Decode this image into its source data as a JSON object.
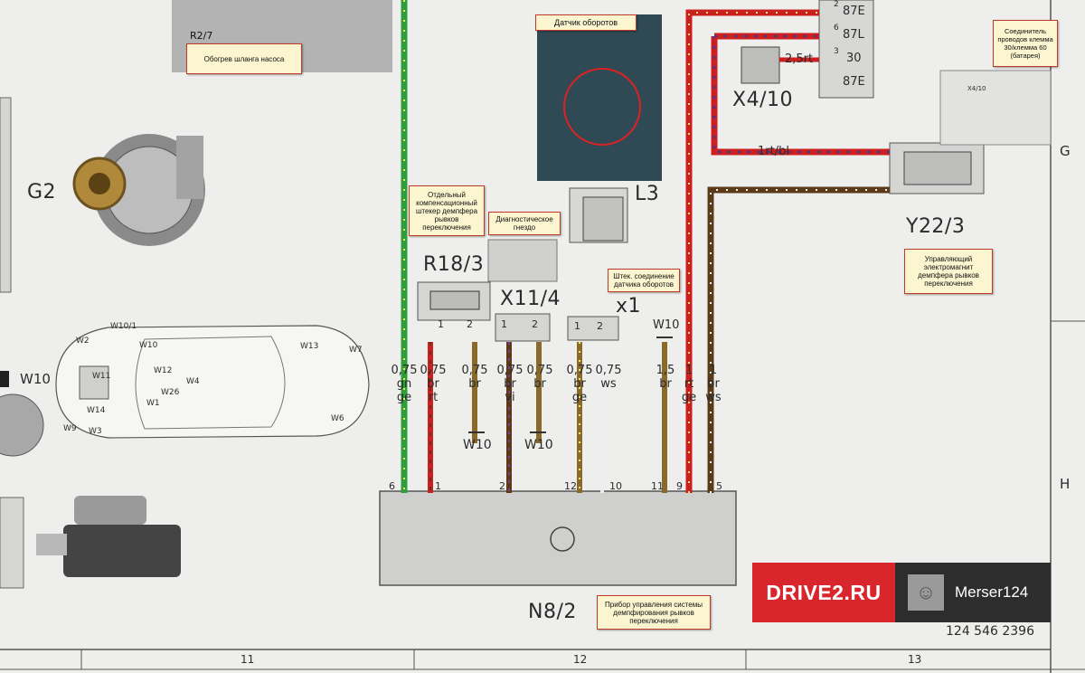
{
  "sections": {
    "g2": "G2",
    "r18_3": "R18/3",
    "x11_4": "X11/4",
    "x1": "x1",
    "l3": "L3",
    "x4_10": "X4/10",
    "y22_3": "Y22/3",
    "n8_2": "N8/2",
    "w10_left": "W10",
    "h_marker": "H",
    "g_marker": "G"
  },
  "notes": {
    "pump_hose": "Обогрев шланга насоса",
    "r2_7": "R2/7",
    "rpm_sensor": "Датчик оборотов",
    "connector_x4_10": "Соединитель проводов клемма 30/клемма 60 (батарея)",
    "x4_10_small": "X4/10",
    "separate_plug": "Отдельный компенсационный штекер демпфера рывков переключения",
    "diag_socket": "Диагностическое гнездо",
    "sensor_plug": "Штек. соединение датчика оборотов",
    "y22_note": "Управляющий электромагнит демпфера рывков переключения",
    "n8_note": "Прибор управления системы демпфирования рывков переключения"
  },
  "relay": {
    "pins": [
      "87E",
      "87L",
      "30",
      "87E"
    ],
    "pin_nums": [
      "2",
      "6",
      "3"
    ],
    "wire_25rt": "2,5rt",
    "wire_1rtbl": "1rt/bl"
  },
  "wires": [
    {
      "size": "0,75",
      "c1": "gn",
      "c2": "ge",
      "pin": "6"
    },
    {
      "size": "0,75",
      "c1": "br",
      "c2": "rt",
      "pin": "1"
    },
    {
      "size": "0,75",
      "c1": "br",
      "c2": "",
      "pin": ""
    },
    {
      "size": "0,75",
      "c1": "br",
      "c2": "vi",
      "pin": "2"
    },
    {
      "size": "0,75",
      "c1": "br",
      "c2": "",
      "pin": ""
    },
    {
      "size": "0,75",
      "c1": "br",
      "c2": "ge",
      "pin": "12"
    },
    {
      "size": "0,75",
      "c1": "ws",
      "c2": "",
      "pin": "10"
    },
    {
      "size": "1,5",
      "c1": "br",
      "c2": "",
      "pin": "11"
    },
    {
      "size": "1",
      "c1": "rt",
      "c2": "ge",
      "pin": "9"
    },
    {
      "size": "1",
      "c1": "br",
      "c2": "ws",
      "pin": "5"
    }
  ],
  "connector_pins": {
    "r18_1": "1",
    "r18_2": "2",
    "x11_1": "1",
    "x11_2": "2",
    "x1_1": "1",
    "x1_2": "2"
  },
  "ground_labels": [
    "W10",
    "W10",
    "W10"
  ],
  "car_labels": [
    "W10/1",
    "W2",
    "W10",
    "W13",
    "W7",
    "W11",
    "W12",
    "W4",
    "W26",
    "W1",
    "W14",
    "W9",
    "W3",
    "W6"
  ],
  "brand": {
    "site": "DRIVE2.RU",
    "user": "Merser124"
  },
  "doc_number": "124 546 2396",
  "grid_numbers": [
    "11",
    "12",
    "13"
  ],
  "colors": {
    "wire_green": "#2e9e3a",
    "wire_red": "#cc1f1f",
    "wire_brown": "#5a3a18",
    "wire_blue": "#3a3a9a",
    "note_bg": "#fbf6cf",
    "note_border": "#c0392b",
    "brand_red": "#d8262c"
  }
}
